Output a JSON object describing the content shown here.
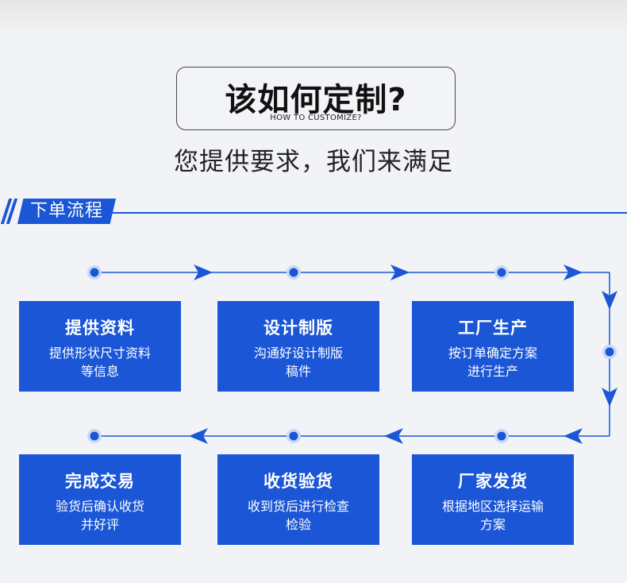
{
  "header": {
    "title": "该如何定制?",
    "title_en": "HOW TO CUSTOMIZE?",
    "subtitle": "您提供要求，我们来满足"
  },
  "section": {
    "label": "下单流程"
  },
  "steps": [
    {
      "title": "提供资料",
      "desc": "提供形状尺寸资料\n等信息"
    },
    {
      "title": "设计制版",
      "desc": "沟通好设计制版\n稿件"
    },
    {
      "title": "工厂生产",
      "desc": "按订单确定方案\n进行生产"
    },
    {
      "title": "厂家发货",
      "desc": "根据地区选择运输\n方案"
    },
    {
      "title": "收货验货",
      "desc": "收到货后进行检查\n检验"
    },
    {
      "title": "完成交易",
      "desc": "验货后确认收货\n并好评"
    }
  ],
  "colors": {
    "accent": "#1a56d6",
    "background": "#f1f3f7",
    "text": "#111111"
  }
}
